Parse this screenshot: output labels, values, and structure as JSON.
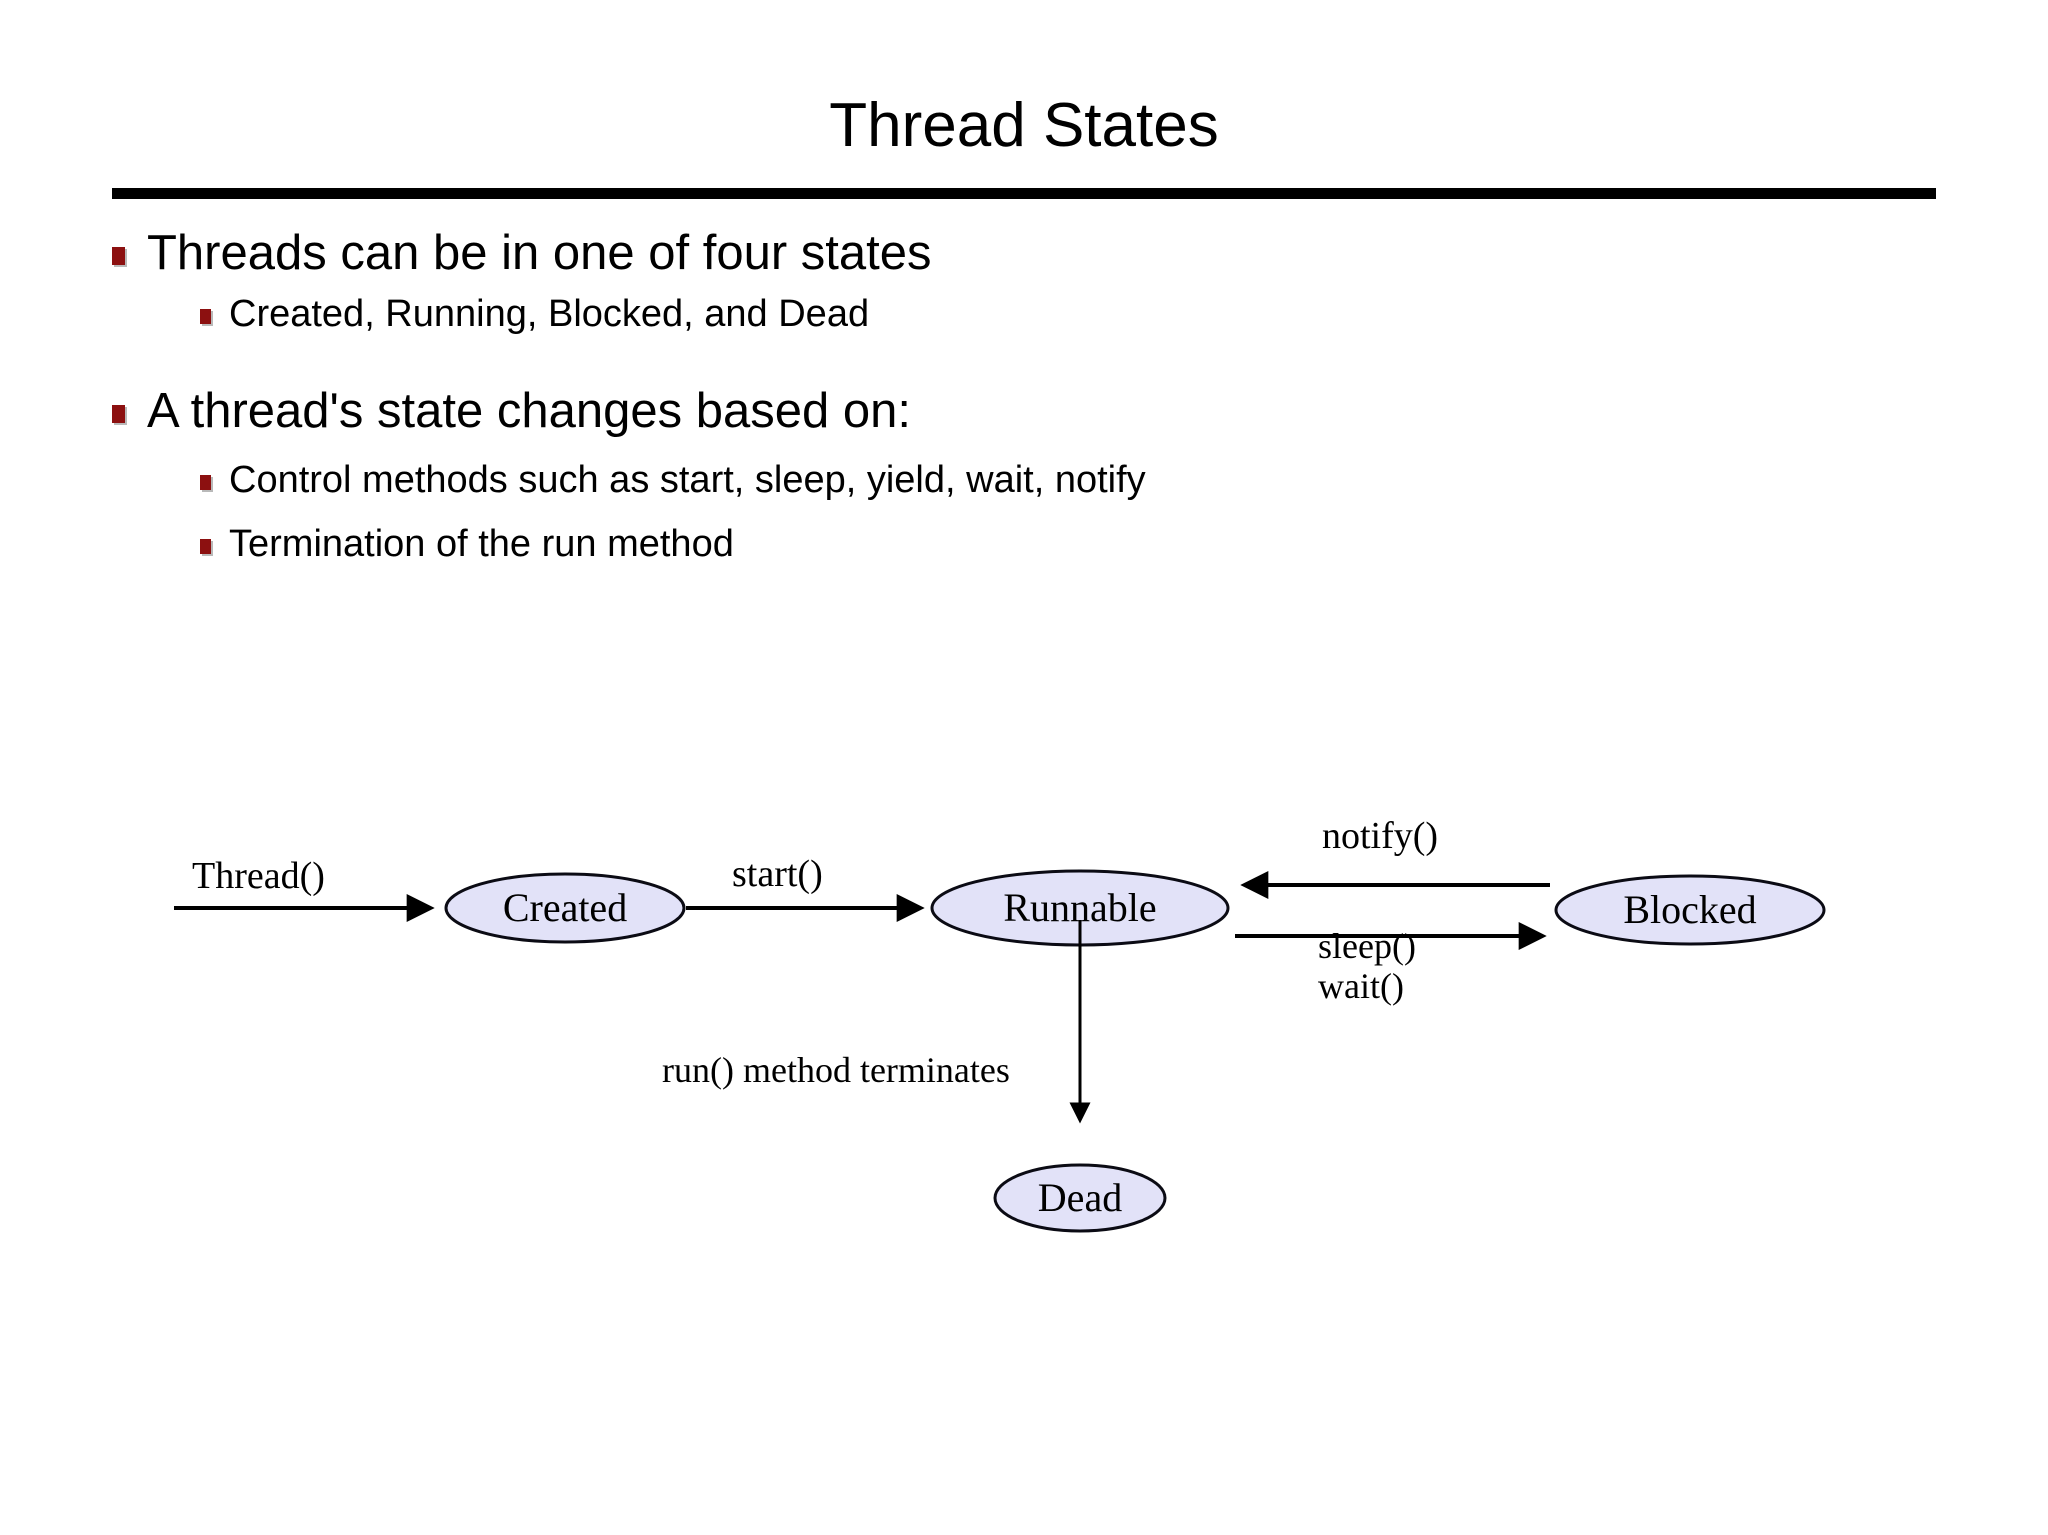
{
  "slide": {
    "title": "Thread States",
    "bullets": [
      {
        "level": 1,
        "text": "Threads can be in one of four states"
      },
      {
        "level": 2,
        "text": "Created, Running, Blocked, and Dead"
      },
      {
        "level": 1,
        "text": "A thread's state changes based on:"
      },
      {
        "level": 2,
        "text": "Control methods such as start, sleep, yield, wait, notify"
      },
      {
        "level": 2,
        "text": "Termination of the run method"
      }
    ]
  },
  "diagram": {
    "nodes": {
      "created": "Created",
      "runnable": "Runnable",
      "blocked": "Blocked",
      "dead": "Dead"
    },
    "edges": {
      "thread_ctor": "Thread()",
      "start": "start()",
      "notify": "notify()",
      "sleep": "sleep()",
      "wait": "wait()",
      "run_terminates": "run() method terminates"
    }
  },
  "colors": {
    "node_fill": "#E2E2F8",
    "node_stroke": "#0B0B14",
    "bullet_marker": "#8C1010",
    "rule": "#000000",
    "text": "#000000",
    "background": "#FFFFFF"
  }
}
